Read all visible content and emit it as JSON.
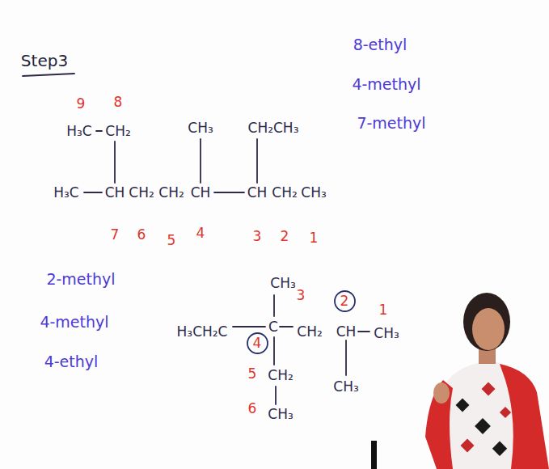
{
  "diagram": {
    "nodes": [
      {
        "text": [
          "2"
        ]
      },
      {
        "text": [
          "4"
        ]
      }
    ],
    "labels": [
      "Step3",
      "8-ethyl",
      "4-methyl",
      "7-methyl",
      "9",
      "8",
      "H₃C",
      "CH₂",
      "CH₃",
      "CH₂CH₃",
      "H₃C",
      "CH",
      "CH₂",
      "CH₂",
      "CH",
      "CH",
      "CH₂",
      "CH₃",
      "7",
      "6",
      "5",
      "4",
      "3",
      "2",
      "1",
      "2-methyl",
      "4-methyl",
      "4-ethyl",
      "CH₃",
      "3",
      "1",
      "H₃CH₂C",
      "C",
      "CH₂",
      "CH",
      "CH₃",
      "5",
      "CH₂",
      "CH₃",
      "6",
      "CH₃"
    ]
  }
}
